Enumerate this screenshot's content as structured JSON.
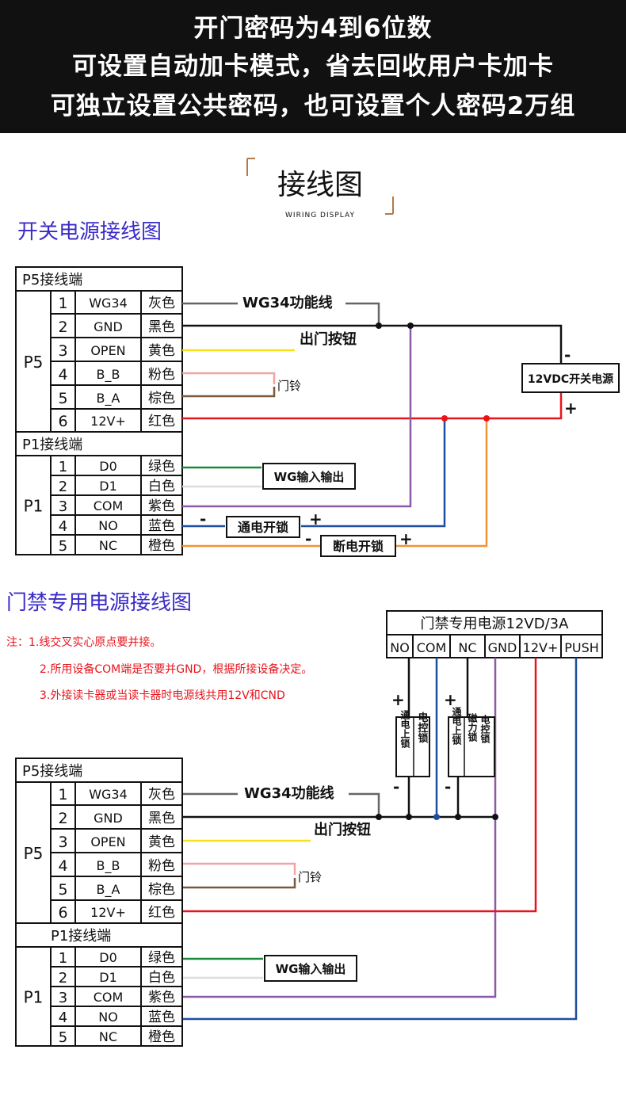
{
  "banner": {
    "line1": "开门密码为4到6位数",
    "line2": "可设置自动加卡模式，省去回收用户卡加卡",
    "line3": "可独立设置公共密码，也可设置个人密码2万组"
  },
  "header": {
    "title": "接线图",
    "subtitle": "WIRING DISPLAY"
  },
  "colors": {
    "gray": "#666666",
    "black": "#111111",
    "yellow": "#f7e11a",
    "pink": "#f2a3a3",
    "brown": "#7a5a3a",
    "red": "#e8141c",
    "green": "#1a8a3a",
    "white_wire": "#dddddd",
    "purple": "#8a5aa8",
    "blue": "#1c4fa0",
    "orange": "#f29233",
    "section_title": "#3a2bc8",
    "note": "#e8141c"
  },
  "diagram1": {
    "title": "开关电源接线图",
    "p5_header": "P5接线端",
    "p5_label": "P5",
    "p5_rows": [
      {
        "num": "1",
        "name": "WG34",
        "color": "灰色"
      },
      {
        "num": "2",
        "name": "GND",
        "color": "黑色"
      },
      {
        "num": "3",
        "name": "OPEN",
        "color": "黄色"
      },
      {
        "num": "4",
        "name": "B_B",
        "color": "粉色"
      },
      {
        "num": "5",
        "name": "B_A",
        "color": "棕色"
      },
      {
        "num": "6",
        "name": "12V+",
        "color": "红色"
      }
    ],
    "p1_header": "P1接线端",
    "p1_label": "P1",
    "p1_rows": [
      {
        "num": "1",
        "name": "D0",
        "color": "绿色"
      },
      {
        "num": "2",
        "name": "D1",
        "color": "白色"
      },
      {
        "num": "3",
        "name": "COM",
        "color": "紫色"
      },
      {
        "num": "4",
        "name": "NO",
        "color": "蓝色"
      },
      {
        "num": "5",
        "name": "NC",
        "color": "橙色"
      }
    ],
    "wg34": "WG34功能线",
    "exit_button": "出门按钮",
    "doorbell": "门铃",
    "psu": "12VDC开关电源",
    "psu_minus": "-",
    "psu_plus": "+",
    "wg_io": "WG输入输出",
    "power_on_lock": "通电开锁",
    "power_off_lock": "断电开锁",
    "minus": "-",
    "plus": "+"
  },
  "diagram2": {
    "title": "门禁专用电源接线图",
    "notes": [
      "注：1.线交叉实心原点要并接。",
      "2.所用设备COM端是否要并GND，根据所接设备决定。",
      "3.外接读卡器或当读卡器时电源线共用12V和CND"
    ],
    "psu_title": "门禁专用电源12VD/3A",
    "psu_terminals": [
      "NO",
      "COM",
      "NC",
      "GND",
      "12V+",
      "PUSH"
    ],
    "lock1_a": "通电上锁",
    "lock1_b": "电控锁",
    "lock2_a": "通电上锁",
    "lock2_b": "磁力锁",
    "lock2_c": "电控锁",
    "plus": "+",
    "minus": "-",
    "p5_header": "P5接线端",
    "p5_label": "P5",
    "p5_rows": [
      {
        "num": "1",
        "name": "WG34",
        "color": "灰色"
      },
      {
        "num": "2",
        "name": "GND",
        "color": "黑色"
      },
      {
        "num": "3",
        "name": "OPEN",
        "color": "黄色"
      },
      {
        "num": "4",
        "name": "B_B",
        "color": "粉色"
      },
      {
        "num": "5",
        "name": "B_A",
        "color": "棕色"
      },
      {
        "num": "6",
        "name": "12V+",
        "color": "红色"
      }
    ],
    "p1_header": "P1接线端",
    "p1_label": "P1",
    "p1_rows": [
      {
        "num": "1",
        "name": "D0",
        "color": "绿色"
      },
      {
        "num": "2",
        "name": "D1",
        "color": "白色"
      },
      {
        "num": "3",
        "name": "COM",
        "color": "紫色"
      },
      {
        "num": "4",
        "name": "NO",
        "color": "蓝色"
      },
      {
        "num": "5",
        "name": "NC",
        "color": "橙色"
      }
    ],
    "wg34": "WG34功能线",
    "exit_button": "出门按钮",
    "doorbell": "门铃",
    "wg_io": "WG输入输出"
  }
}
